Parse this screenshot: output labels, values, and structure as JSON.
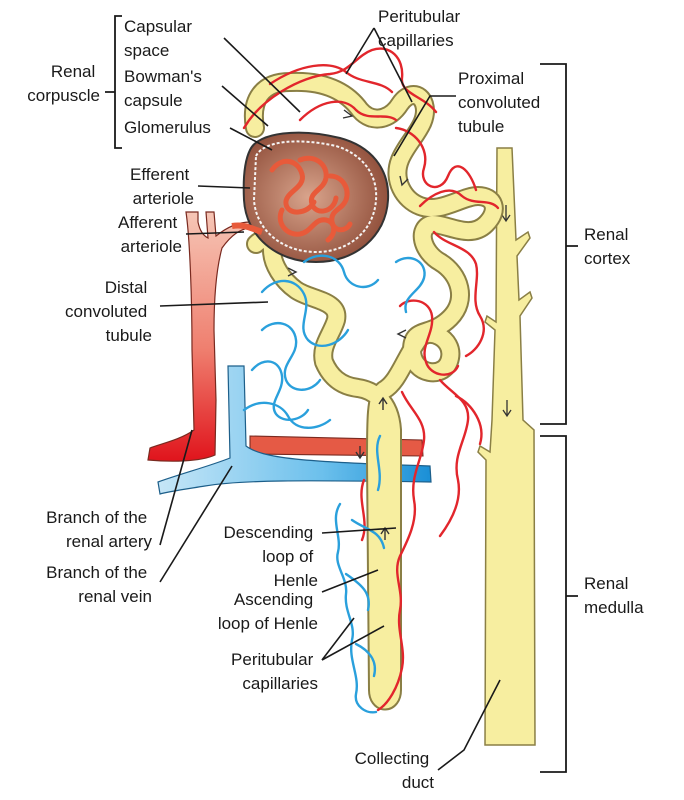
{
  "labels": {
    "renal_corpuscle": [
      "Renal",
      "corpuscle"
    ],
    "capsular_space": [
      "Capsular",
      "space"
    ],
    "bowmans_capsule": [
      "Bowman's",
      "capsule"
    ],
    "glomerulus": [
      "Glomerulus"
    ],
    "peritubular_capillaries_top": [
      "Peritubular",
      "capillaries"
    ],
    "proximal_convoluted_tubule": [
      "Proximal",
      "convoluted",
      "tubule"
    ],
    "efferent_arteriole": [
      "Efferent",
      "arteriole"
    ],
    "afferent_arteriole": [
      "Afferent",
      "arteriole"
    ],
    "distal_convoluted_tubule": [
      "Distal",
      "convoluted",
      "tubule"
    ],
    "renal_cortex": [
      "Renal",
      "cortex"
    ],
    "branch_renal_artery": [
      "Branch of the",
      "renal artery"
    ],
    "branch_renal_vein": [
      "Branch of the",
      "renal vein"
    ],
    "descending_loop": [
      "Descending",
      "loop of",
      "Henle"
    ],
    "ascending_loop": [
      "Ascending",
      "loop of Henle"
    ],
    "peritubular_capillaries_bottom": [
      "Peritubular",
      "capillaries"
    ],
    "renal_medulla": [
      "Renal",
      "medulla"
    ],
    "collecting_duct": [
      "Collecting",
      "duct"
    ]
  },
  "colors": {
    "tubule": "#f7eea0",
    "tubule_edge": "#8a7f45",
    "artery": "#e2262c",
    "vein": "#2aa0dc",
    "capsule": "#8c4a36",
    "glomerulus": "#e85a3a",
    "text": "#1a1a1a"
  }
}
